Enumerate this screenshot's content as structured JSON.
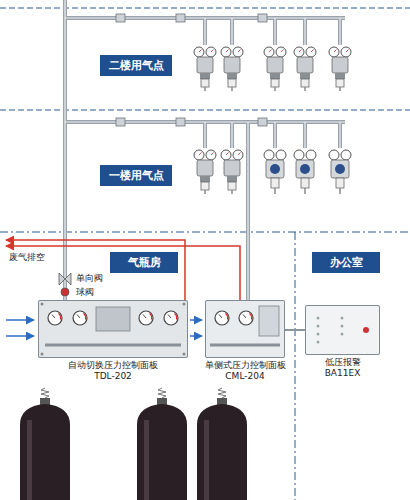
{
  "diagram": {
    "nodes": [
      {
        "text": [
          "二楼用气点"
        ]
      },
      {
        "text": [
          "一楼用气点"
        ]
      },
      {
        "text": [
          "气瓶房"
        ]
      },
      {
        "text": [
          "办公室"
        ]
      },
      {
        "text": [
          "自动切换压力控制面板 TDL-202"
        ]
      },
      {
        "text": [
          "单侧式压力控制面板 CML-204"
        ]
      },
      {
        "text": [
          "低压报警 BA11EX"
        ]
      }
    ],
    "edges": [
      {
        "from": 5,
        "to": 6,
        "arrow": "none"
      }
    ],
    "labels": [
      "废气排空",
      "单向阀",
      "球阀"
    ]
  }
}
